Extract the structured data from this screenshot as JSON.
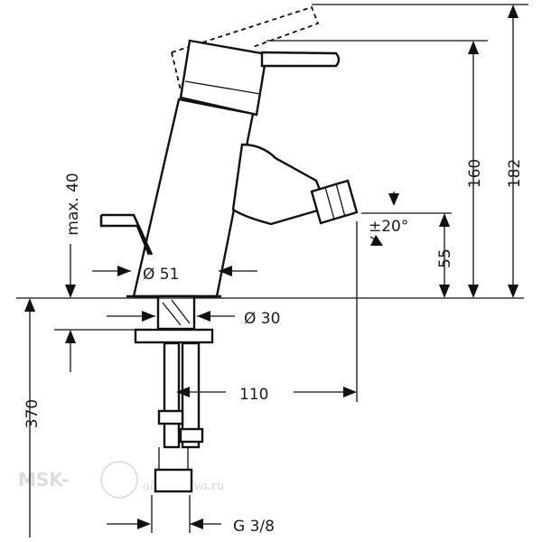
{
  "dimensions": {
    "d_body": "Ø 51",
    "d_shank": "Ø 30",
    "spout_reach": "110",
    "depth": "370",
    "spout_height": "55",
    "handle_height": "160",
    "total_height": "182",
    "popup_max": "max. 40",
    "swivel": "±20°",
    "connection": "G 3/8"
  },
  "watermark": {
    "brand": "MSK-",
    "site": "alternativa.ru"
  }
}
